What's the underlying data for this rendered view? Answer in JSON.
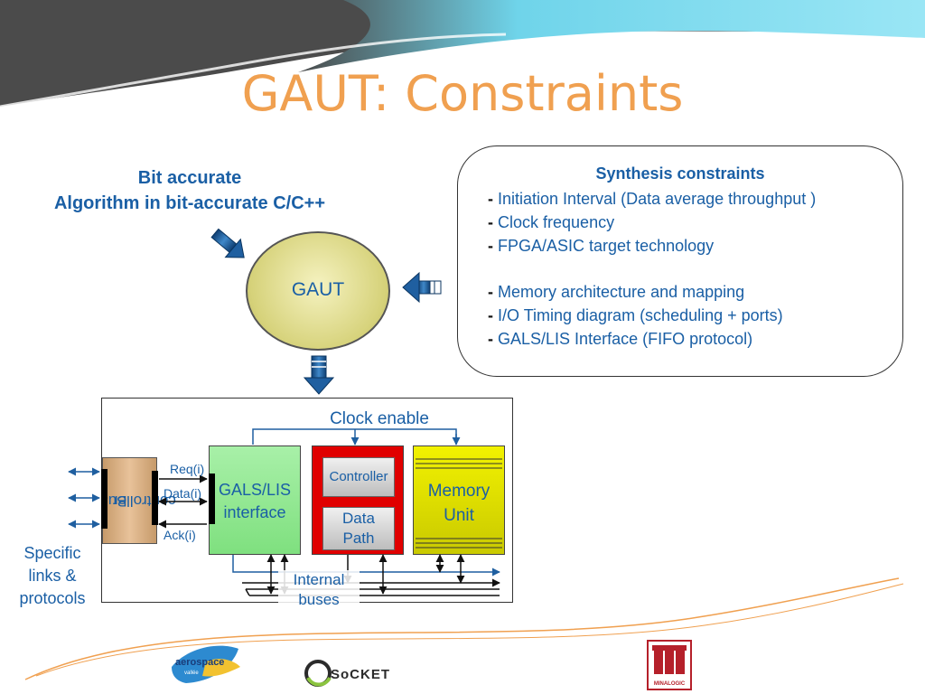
{
  "slide": {
    "title": "GAUT: Constraints"
  },
  "input": {
    "line1": "Bit accurate",
    "line2": "Algorithm in bit-accurate C/C++"
  },
  "core": {
    "label": "GAUT"
  },
  "constraints": {
    "title": "Synthesis constraints",
    "dash": "-",
    "group1": [
      "Initiation Interval (Data average throughput )",
      "Clock frequency",
      "FPGA/ASIC target technology"
    ],
    "group2": [
      "Memory architecture and mapping",
      "I/O Timing diagram (scheduling + ports)",
      "GALS/LIS Interface (FIFO protocol)"
    ]
  },
  "architecture": {
    "clock_enable": "Clock enable",
    "bus_controller": [
      "Bus",
      "controller"
    ],
    "signals": [
      "Req(i)",
      "Data(i)",
      "Ack(i)"
    ],
    "gals": [
      "GALS/LIS",
      "interface"
    ],
    "controller": "Controller",
    "datapath": [
      "Data",
      "Path"
    ],
    "memory": [
      "Memory",
      "Unit"
    ],
    "specific_links": [
      "Specific",
      "links &",
      "protocols"
    ],
    "internal_buses": [
      "Internal",
      "buses"
    ]
  },
  "logos": {
    "aerospace": [
      "aerospace",
      "vallée"
    ],
    "socket": "SoCKET",
    "minalogic": "MINALOGIC"
  },
  "colors": {
    "title": "#f0a050",
    "text_blue": "#1a5fa5",
    "arrow_blue": "#1f5fa0",
    "gals_green": "#8ee88e",
    "memory_yellow": "#e4e400",
    "datapath_red": "#e00000",
    "bus_tan": "#d9b080"
  }
}
